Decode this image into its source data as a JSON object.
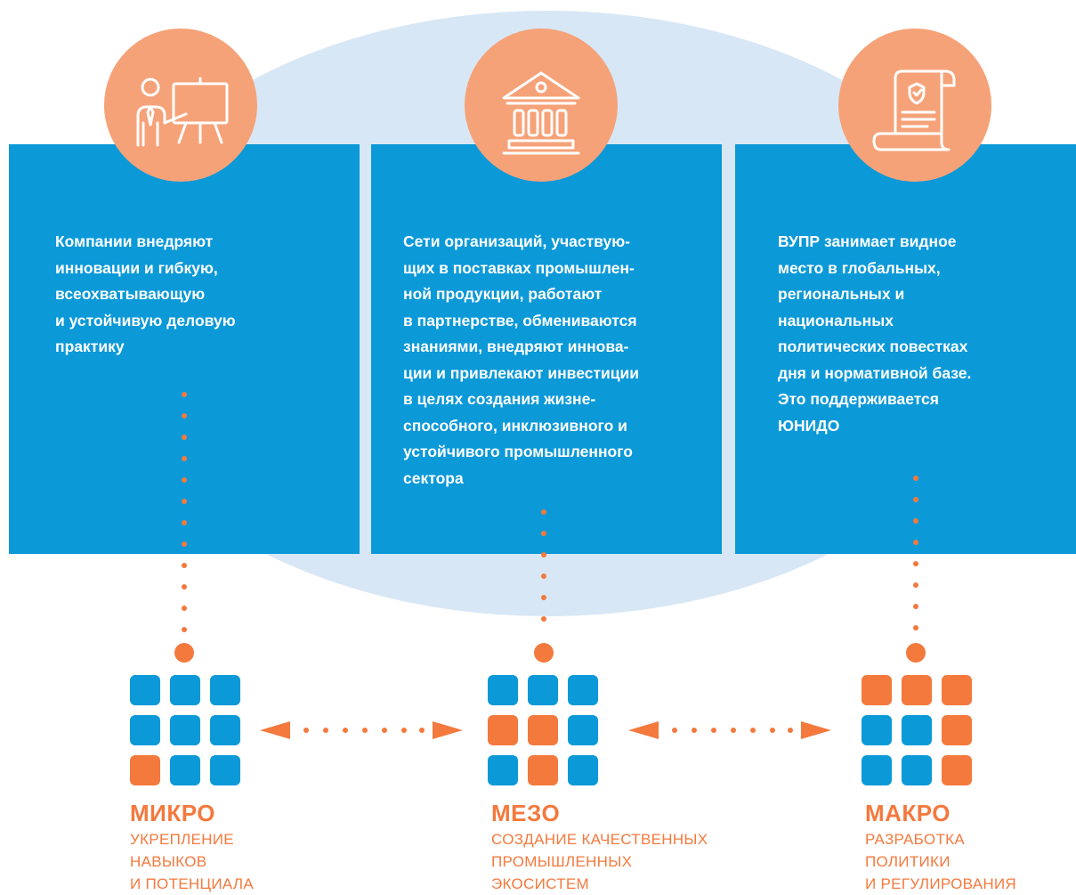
{
  "colors": {
    "blue": "#0b99d8",
    "orange": "#f4793d",
    "light_orange": "#f6a278",
    "ellipse": "#d8e7f5"
  },
  "panels": [
    {
      "icon": "presenter-icon",
      "text": "Компании внедряют\nинновации и гибкую,\nвсеохватывающую\nи устойчивую деловую\nпрактику"
    },
    {
      "icon": "institution-building-icon",
      "text": "Сети организаций, участвую-\nщих в поставках промышлен-\nной продукции, работают\nв партнерстве, обмениваются\nзнаниями, внедряют иннова-\nции и привлекают инвестиции\nв целях создания жизне-\nспособного, инклюзивного и\nустойчивого промышленного\nсектора"
    },
    {
      "icon": "policy-document-icon",
      "text": "ВУПР занимает видное\nместо в глобальных,\nрегиональных и\nнациональных\nполитических повестках\nдня и нормативной базе.\nЭто поддерживается\nЮНИДО"
    }
  ],
  "levels": [
    {
      "title": "МИКРО",
      "subtitle": "УКРЕПЛЕНИЕ\nНАВЫКОВ\nИ ПОТЕНЦИАЛА",
      "grid": [
        "blue",
        "blue",
        "blue",
        "blue",
        "blue",
        "blue",
        "orange",
        "blue",
        "blue"
      ]
    },
    {
      "title": "МЕЗО",
      "subtitle": "СОЗДАНИЕ КАЧЕСТВЕННЫХ\nПРОМЫШЛЕННЫХ\nЭКОСИСТЕМ",
      "grid": [
        "blue",
        "blue",
        "blue",
        "orange",
        "orange",
        "blue",
        "blue",
        "orange",
        "blue"
      ]
    },
    {
      "title": "МАКРО",
      "subtitle": "РАЗРАБОТКА\nПОЛИТИКИ\nИ РЕГУЛИРОВАНИЯ",
      "grid": [
        "orange",
        "orange",
        "orange",
        "blue",
        "blue",
        "orange",
        "blue",
        "blue",
        "orange"
      ]
    }
  ]
}
